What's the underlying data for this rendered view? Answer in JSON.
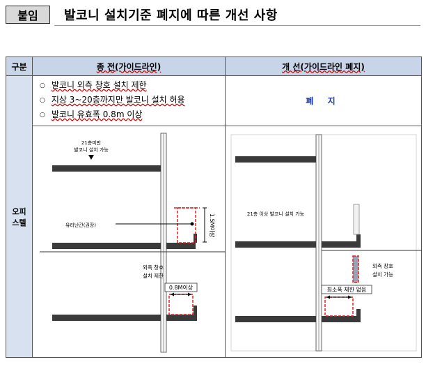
{
  "header": {
    "tag": "붙임",
    "title": "발코니 설치기준 폐지에 따른 개선 사항"
  },
  "table": {
    "col_header": "구분",
    "before_header": "종  전(가이드라인)",
    "after_header": "개   선(가이드라인 폐지)",
    "row_label_line1": "오피",
    "row_label_line2": "스텔",
    "before_conditions": [
      "발코니 외측 창호 설치 제한",
      "지상 3~20층까지만 발코니 설치 허용",
      "발코니 유효폭 0.8m 이상"
    ],
    "after_text": "폐 지"
  },
  "diagram_before": {
    "label_21_line1": "21층미만",
    "label_21_line2": "발코니 설치 가능",
    "railing": "유리난간(권장)",
    "height": "1.5M이상",
    "window_line1": "외측 창호",
    "window_line2": "설치 제한",
    "width": "0.8M이상"
  },
  "diagram_after": {
    "label_21": "21층 이상 발코니 설치 가능",
    "window_line1": "외측 창호",
    "window_line2": "설치 가능",
    "width": "최소폭 제한 없음"
  },
  "colors": {
    "header_bg": "#c8d4e8",
    "side_bg": "#d7e1f0",
    "accent_red": "#e02020",
    "abolish_blue": "#1f3aa8"
  }
}
